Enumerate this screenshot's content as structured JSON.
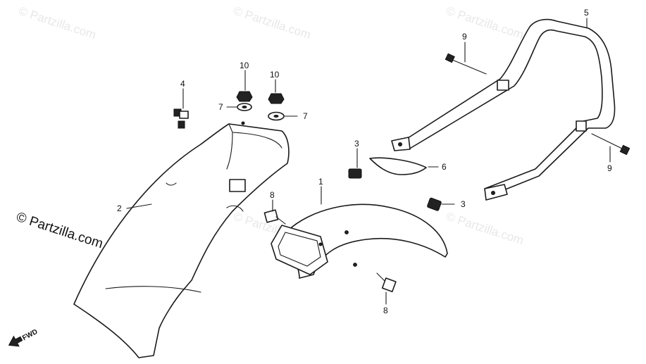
{
  "watermark_text": "© Partzilla.com",
  "copyright_text": "© Partzilla.com",
  "fwd_label": "FWD",
  "callouts": {
    "c1": "1",
    "c2": "2",
    "c3a": "3",
    "c3b": "3",
    "c4": "4",
    "c5": "5",
    "c6": "6",
    "c7a": "7",
    "c7b": "7",
    "c8a": "8",
    "c8b": "8",
    "c9a": "9",
    "c9b": "9",
    "c10a": "10",
    "c10b": "10"
  }
}
